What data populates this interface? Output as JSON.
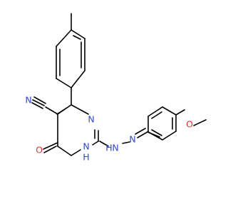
{
  "colors": {
    "carbon": "#000000",
    "nitrogen": "#2f47d8",
    "oxygen": "#e8332d",
    "background": "#ffffff"
  },
  "atoms": {
    "nitrile_N": "N",
    "carbonyl_O": "O",
    "ring_N_top": "N",
    "ring_NH_N": "N",
    "ring_NH_H": "H",
    "hydrazine_N_label": "N",
    "hydrazine_H_label": "H",
    "imine_N": "N",
    "methoxy_O": "O"
  }
}
